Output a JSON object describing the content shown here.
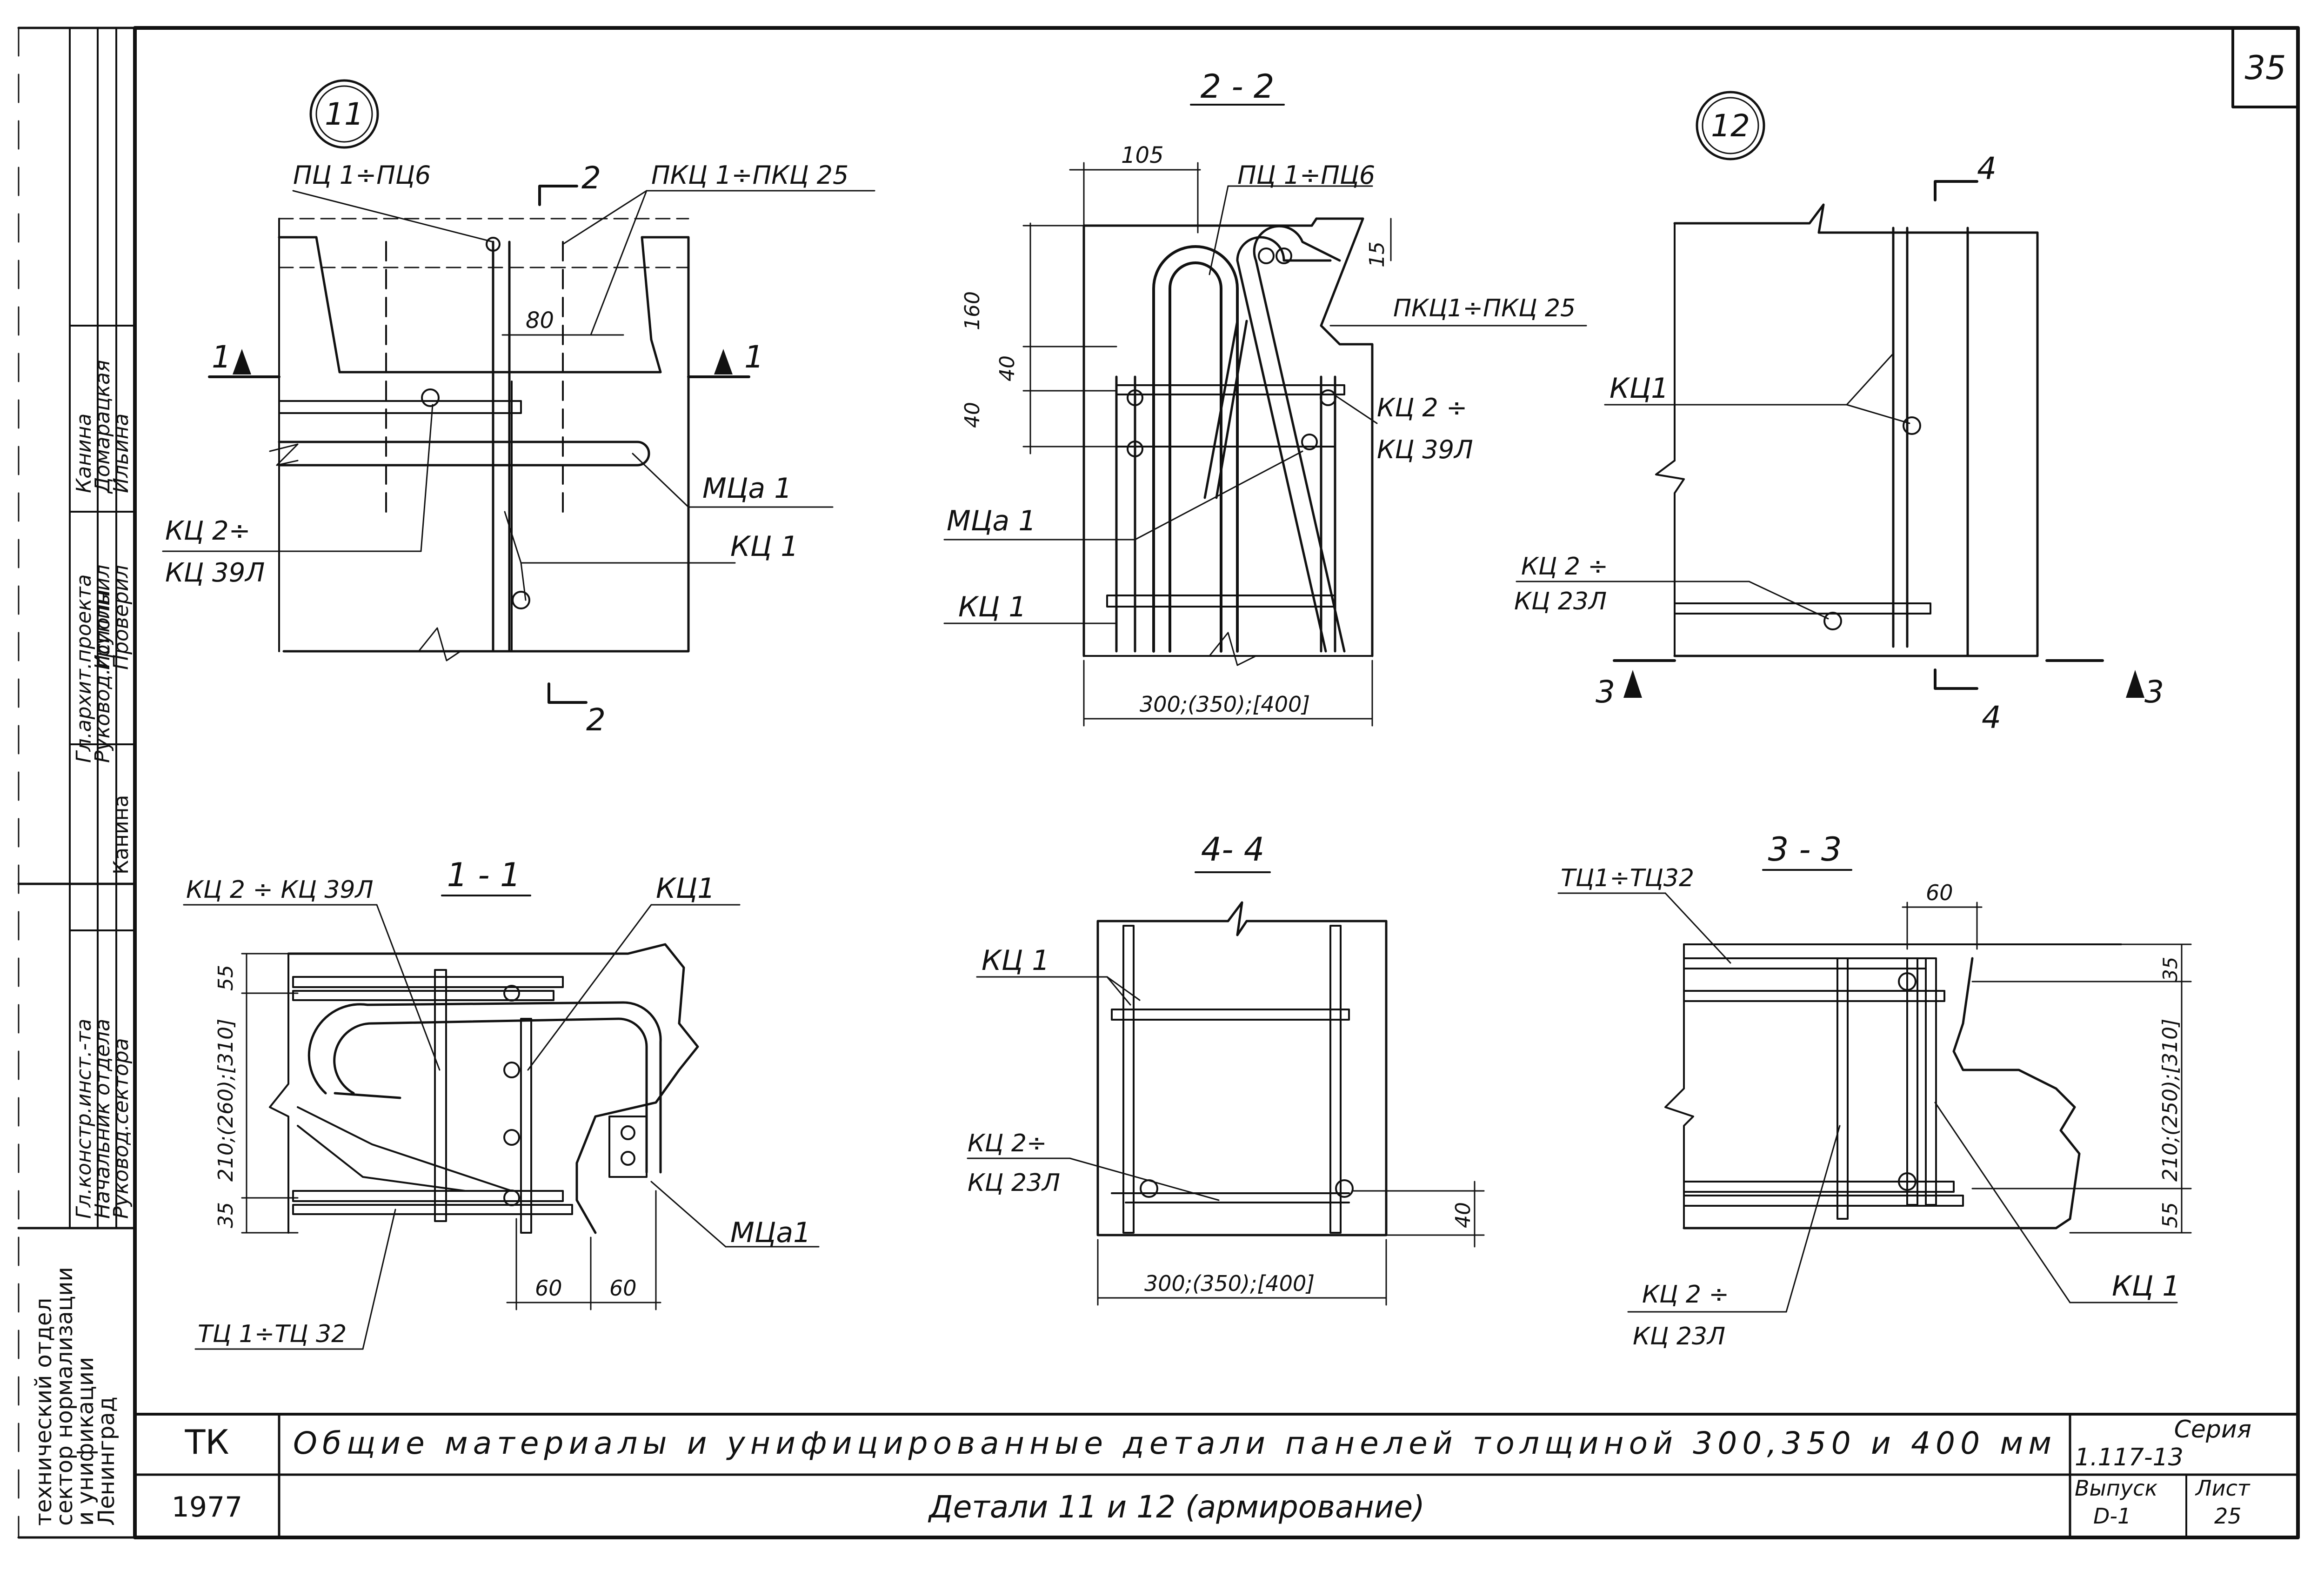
{
  "sheet": {
    "page_number": "35",
    "org_label": "ТК",
    "year": "1977",
    "title_main": "Общие материалы и унифицированные детали панелей толщиной 300,350 и 400 мм",
    "title_sub": "Детали 11 и 12 (армирование)",
    "series_label": "Серия",
    "series_value": "1.117-13",
    "issue_label": "Выпуск",
    "issue_value": "D-1",
    "sheet_label": "Лист",
    "sheet_value": "25"
  },
  "side_stamp": {
    "org_lines": [
      "технический отдел",
      "сектор нормализации",
      "и унификации",
      "Ленинград"
    ],
    "roles": [
      "Гл.констр.инст.-та",
      "Начальник отдела",
      "Руковод.сектора",
      "Гл.архит.проекта",
      "Руковод.группы",
      "Исполнил",
      "Проверил"
    ],
    "names": [
      "Канина",
      "Домарацкая",
      "Ильина",
      "Канина"
    ]
  },
  "detail_11": {
    "marker": "11",
    "labels": {
      "pts": "ПЦ 1÷ПЦ6",
      "pkts": "ПКЦ 1÷ПКЦ 25",
      "mts": "МЦа 1",
      "kts_top": "КЦ 2÷",
      "kts_bottom": "КЦ 39Л",
      "kts1": "КЦ 1",
      "dim80": "80",
      "cut1": "1",
      "cut2": "2"
    }
  },
  "section_2_2": {
    "title": "2 - 2",
    "labels": {
      "pts": "ПЦ 1÷ПЦ6",
      "pkts": "ПКЦ1÷ПКЦ 25",
      "kts_a": "КЦ 2 ÷",
      "kts_b": "КЦ 39Л",
      "mts": "МЦа 1",
      "kts1": "КЦ 1",
      "d105": "105",
      "d160": "160",
      "d40a": "40",
      "d40b": "40",
      "d15": "15",
      "width": "300;(350);[400]"
    }
  },
  "detail_12": {
    "marker": "12",
    "labels": {
      "kts1": "КЦ1",
      "kts2a": "КЦ 2 ÷",
      "kts2b": "КЦ 23Л",
      "cut3": "3",
      "cut4": "4"
    }
  },
  "section_1_1": {
    "title": "1 - 1",
    "labels": {
      "kts": "КЦ 2 ÷ КЦ 39Л",
      "kts1": "КЦ1",
      "mts": "МЦа1",
      "tts": "ТЦ 1÷ТЦ 32",
      "d55": "55",
      "dmid": "210;(260);[310]",
      "d35": "35",
      "d60a": "60",
      "d60b": "60"
    }
  },
  "section_4_4": {
    "title": "4- 4",
    "labels": {
      "kts1": "КЦ 1",
      "kts2a": "КЦ 2÷",
      "kts2b": "КЦ 23Л",
      "d40": "40",
      "width": "300;(350);[400]"
    }
  },
  "section_3_3": {
    "title": "3 - 3",
    "labels": {
      "tts": "ТЦ1÷ТЦ32",
      "d60": "60",
      "d35": "35",
      "dmid": "210;(250);[310]",
      "d55": "55",
      "kts2a": "КЦ 2 ÷",
      "kts2b": "КЦ 23Л",
      "kts1": "КЦ 1"
    }
  }
}
